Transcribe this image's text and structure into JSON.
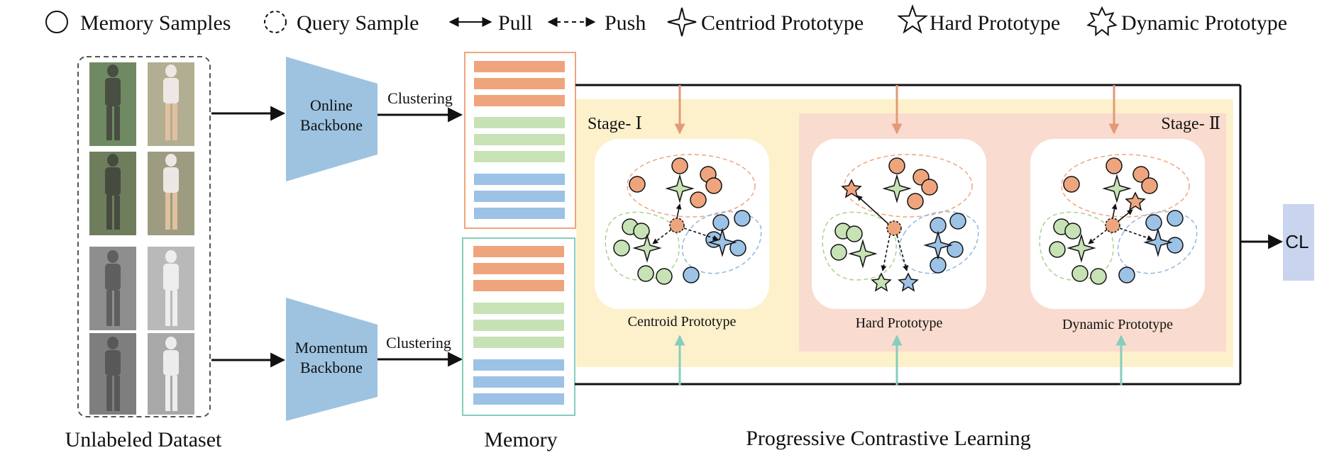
{
  "legend": {
    "memory_samples": "Memory Samples",
    "query_sample": "Query Sample",
    "pull": "Pull",
    "push": "Push",
    "centroid_prototype": "Centriod Prototype",
    "hard_prototype": "Hard Prototype",
    "dynamic_prototype": "Dynamic Prototype"
  },
  "backbones": {
    "online_line1": "Online",
    "online_line2": "Backbone",
    "momentum_line1": "Momentum",
    "momentum_line2": "Backbone",
    "clustering_top": "Clustering",
    "clustering_bottom": "Clustering"
  },
  "stages": {
    "stage1": "Stage- Ⅰ",
    "stage2": "Stage- Ⅱ"
  },
  "panels": {
    "centroid": "Centroid Prototype",
    "hard": "Hard Prototype",
    "dynamic": "Dynamic Prototype"
  },
  "output": "CL",
  "captions": {
    "dataset": "Unlabeled Dataset",
    "memory": "Memory",
    "pcl": "Progressive Contrastive Learning"
  },
  "colors": {
    "orange": "#EEA57E",
    "green": "#C7E2B5",
    "blue": "#9CC2E6",
    "backbone": "#9DC3E0",
    "stage1_bg": "#FDF1CC",
    "stage2_bg": "#F9DCCF",
    "cl_box": "#C9D4EF",
    "teal_arrow": "#86CDBE"
  }
}
